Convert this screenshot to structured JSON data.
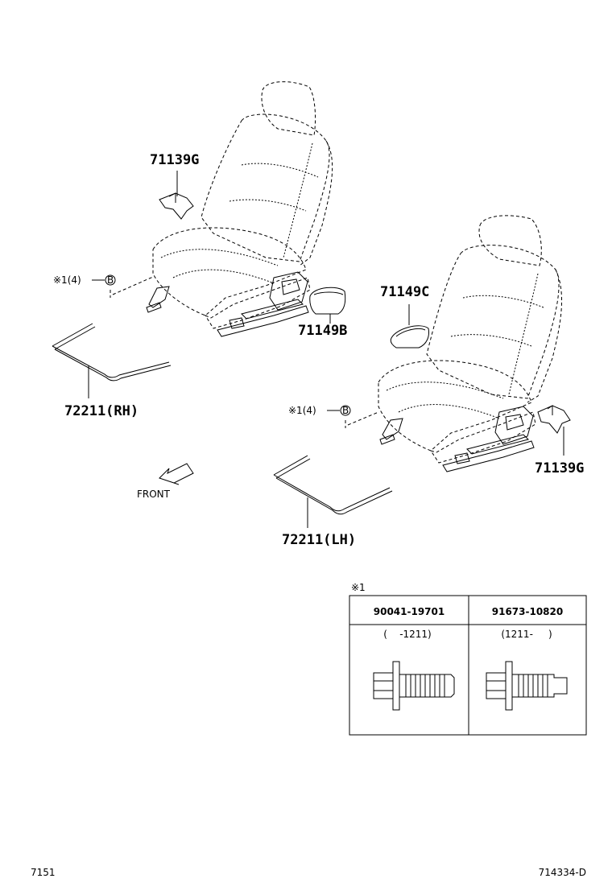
{
  "labels": {
    "part_71139g_top": "71139G",
    "part_71149b": "71149B",
    "part_71149c": "71149C",
    "part_72211_rh": "72211(RH)",
    "part_72211_lh": "72211(LH)",
    "part_71139g_right": "71139G",
    "bolt_ref_left": "※1(4)",
    "bolt_ref_right": "※1(4)",
    "bolt_letter": "B",
    "front": "FRONT"
  },
  "table": {
    "ref_mark": "※1",
    "columns": [
      {
        "part_no": "90041-19701",
        "range": "(    -1211)"
      },
      {
        "part_no": "91673-10820",
        "range": "(1211-     )"
      }
    ]
  },
  "footer": {
    "left_code": "7151",
    "right_code": "714334-D"
  }
}
